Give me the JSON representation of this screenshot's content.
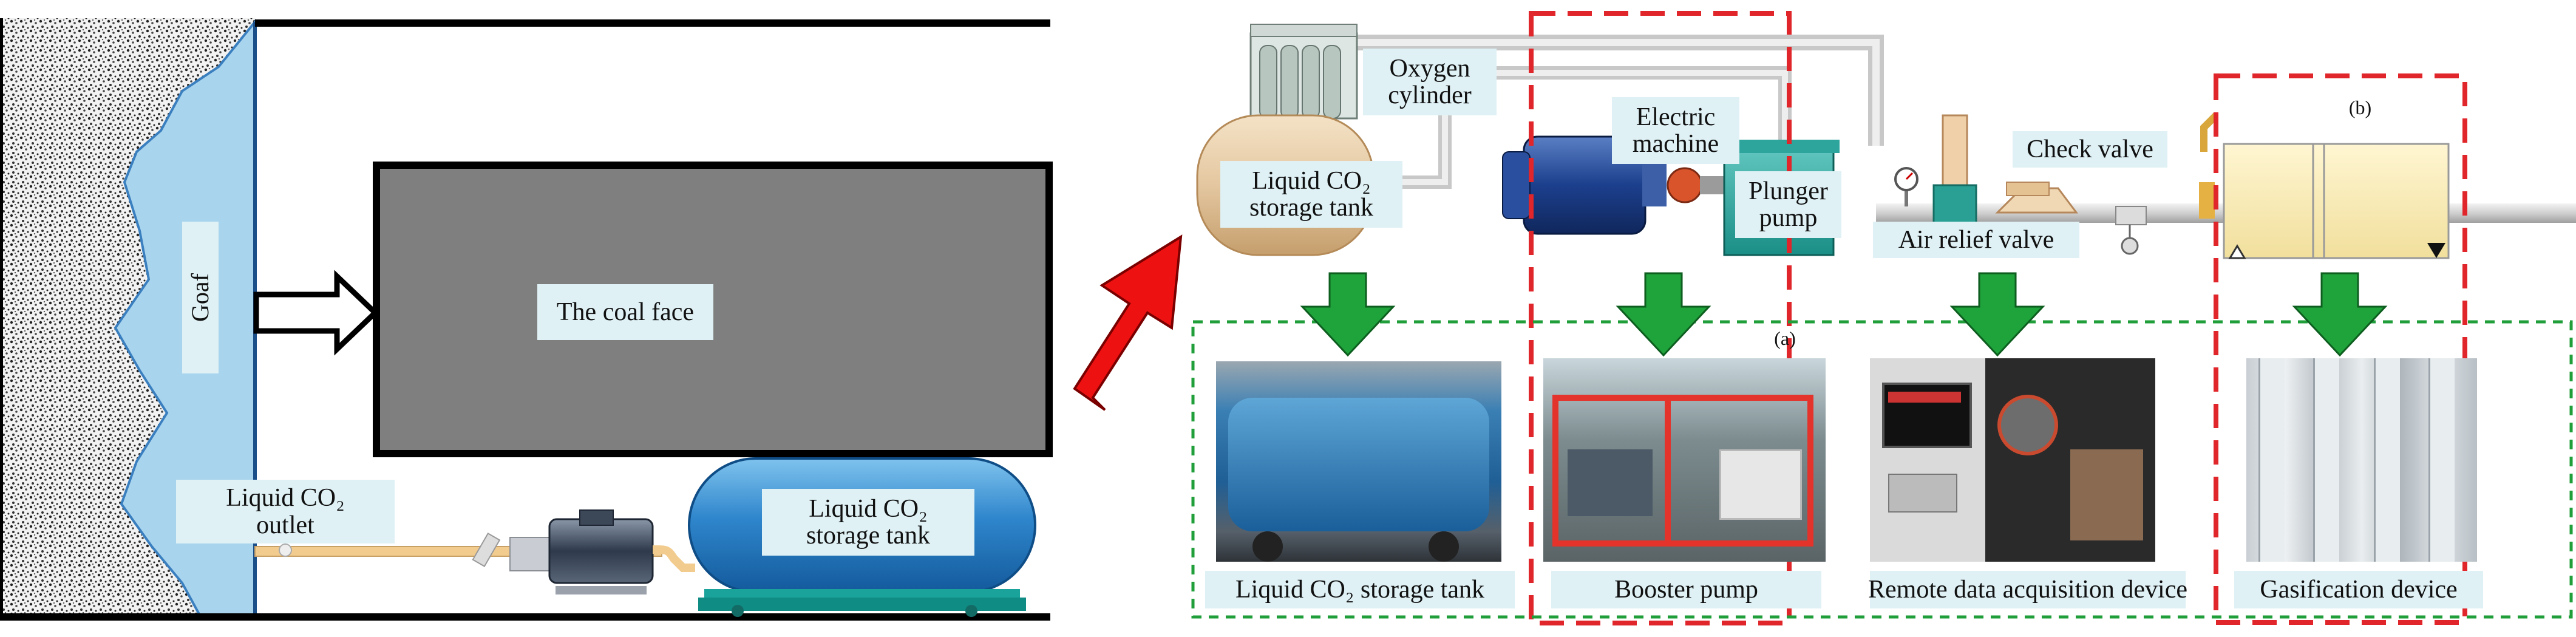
{
  "colors": {
    "goaf_fill": "#a8d4ee",
    "coal_face_fill": "#7f7f7f",
    "label_bg": "#dff1f5",
    "red_dash": "#e0262a",
    "green_dash": "#1f9e3a",
    "green_arrow": "#1fa33b",
    "red_arrow": "#ee1111",
    "tank_blue": "#3b8fd0"
  },
  "left_panel": {
    "goaf_label": "Goaf",
    "coal_face_label": "The coal face",
    "outlet_label_line1": "Liquid CO₂",
    "outlet_label_line2": "outlet",
    "tank_label_line1": "Liquid CO₂",
    "tank_label_line2": "storage tank"
  },
  "process": {
    "oxygen_line1": "Oxygen",
    "oxygen_line2": "cylinder",
    "tank_line1": "Liquid CO₂",
    "tank_line2": "storage tank",
    "motor_line1": "Electric",
    "motor_line2": "machine",
    "pump_line1": "Plunger",
    "pump_line2": "pump",
    "check_valve": "Check valve",
    "air_relief_valve": "Air relief valve",
    "marker_a": "(a)",
    "marker_b": "(b)"
  },
  "captions": {
    "tank": "Liquid CO₂ storage tank",
    "booster": "Booster pump",
    "remote": "Remote data acquisition device",
    "gasification": "Gasification device"
  },
  "icons": [
    "right-arrow-icon",
    "red-arrow-icon",
    "green-down-arrow-icon",
    "pressure-gauge-icon",
    "triangle-marker-icon"
  ]
}
